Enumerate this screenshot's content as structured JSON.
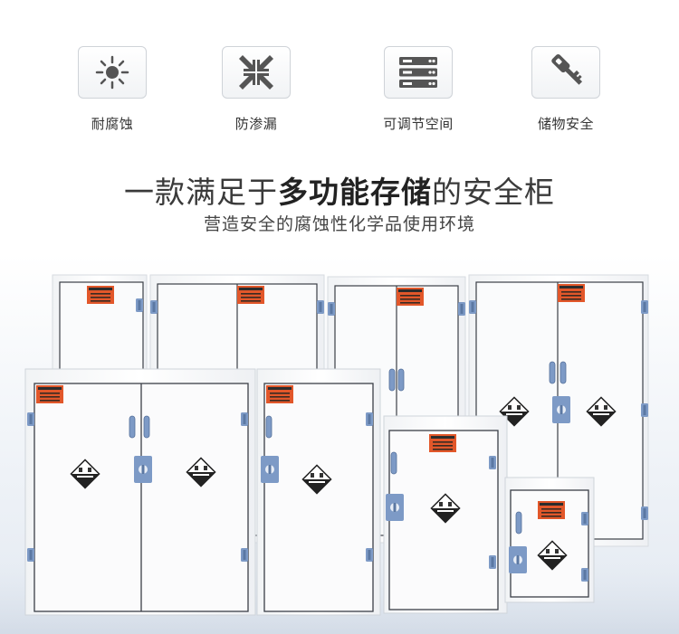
{
  "features": [
    {
      "icon": "sun-icon",
      "label": "耐腐蚀"
    },
    {
      "icon": "compress-arrows-icon",
      "label": "防渗漏"
    },
    {
      "icon": "server-rack-icon",
      "label": "可调节空间"
    },
    {
      "icon": "key-icon",
      "label": "储物安全"
    }
  ],
  "headline": {
    "prefix": "一款满足于",
    "emphasis": "多功能存储",
    "suffix": "的安全柜"
  },
  "subline": "营造安全的腐蚀性化学品使用环境",
  "colors": {
    "hinge": "#7d9ac6",
    "warning_label": "#e2572a",
    "cabinet_body": "#f7f8f9",
    "cabinet_frame": "#3b3f47"
  }
}
